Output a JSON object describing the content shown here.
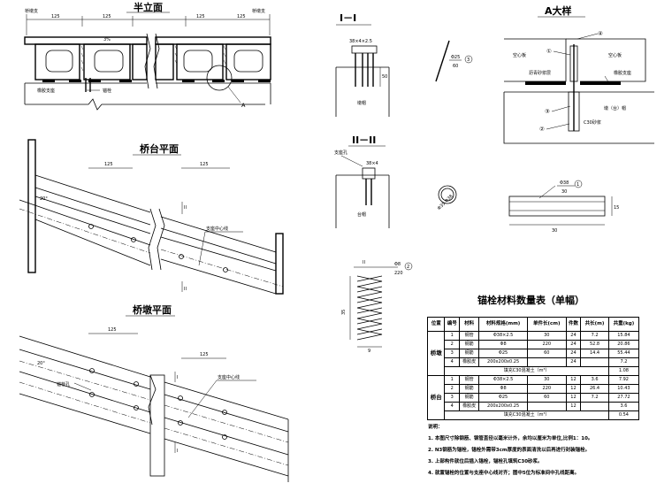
{
  "views": {
    "half_elevation": {
      "title": "半立面",
      "dim_125": "125",
      "joint": "桥墩支",
      "slope": "3%",
      "label_bearing": "橡胶支座",
      "label_bolt": "锚栓",
      "label_a": "A"
    },
    "abutment_plan": {
      "title": "桥台平面",
      "dim": "125",
      "label_center": "支座中心线",
      "angle": "20°",
      "mark_ii": "II"
    },
    "pier_plan": {
      "title": "桥墩平面",
      "dim": "125",
      "label_hole": "锚栓孔",
      "label_center": "支座中心线",
      "angle": "20°",
      "mark_i": "I"
    },
    "section_i": {
      "title": "I－I",
      "dim_top": "38×4×2.5",
      "label_bottom": "墩帽",
      "dim_side": "50"
    },
    "section_ii": {
      "title": "II－II",
      "label_top": "支座孔",
      "dim_top": "38×4",
      "label_bottom": "台帽"
    },
    "bar3": {
      "dia": "Φ25",
      "len": "60",
      "num": "3"
    },
    "coil2": {
      "mark": "II",
      "dia": "Φ8",
      "len": "220",
      "num": "2",
      "dim_h": "35",
      "dim_b": "9"
    },
    "plate": {
      "dia": "Φ38",
      "len": "30",
      "num": "1",
      "dim_len": "30",
      "dim_s": "15"
    },
    "ring": {
      "dims": "Φ35 Φ38"
    },
    "detail_a": {
      "title": "A大样",
      "left_slab": "空心板",
      "right_slab": "空心板",
      "fill": "沥青砂浆层",
      "bearing": "橡胶支座",
      "cap": "墩（台）帽",
      "mortar": "C30砂浆",
      "n1": "①",
      "n2": "②",
      "n3": "③",
      "n4": "④"
    }
  },
  "table": {
    "title": "锚栓材料数量表（单幅）",
    "headers": [
      "位置",
      "编号",
      "材料",
      "材料规格(mm)",
      "单件长(cm)",
      "件数",
      "共长(m)",
      "共重(kg)"
    ],
    "groups": [
      {
        "pos": "桥墩",
        "rows": [
          [
            "1",
            "钢管",
            "Φ38×2.5",
            "30",
            "24",
            "7.2",
            "15.84"
          ],
          [
            "2",
            "钢筋",
            "Φ8",
            "220",
            "24",
            "52.8",
            "20.86"
          ],
          [
            "3",
            "钢筋",
            "Φ25",
            "60",
            "24",
            "14.4",
            "55.44"
          ],
          [
            "4",
            "橡胶皮",
            "200x200x0.25",
            "",
            "24",
            "",
            "7.2"
          ]
        ],
        "total_label": "填充C30混凝土（m³）",
        "total_value": "1.08"
      },
      {
        "pos": "桥台",
        "rows": [
          [
            "1",
            "钢管",
            "Φ38×2.5",
            "30",
            "12",
            "3.6",
            "7.92"
          ],
          [
            "2",
            "钢筋",
            "Φ8",
            "220",
            "12",
            "26.4",
            "10.43"
          ],
          [
            "3",
            "钢筋",
            "Φ25",
            "60",
            "12",
            "7.2",
            "27.72"
          ],
          [
            "4",
            "橡胶皮",
            "200x200x0.25",
            "",
            "12",
            "",
            "3.6"
          ]
        ],
        "total_label": "填充C30混凝土（m³）",
        "total_value": "0.54"
      }
    ]
  },
  "notes": {
    "heading": "说明：",
    "items": [
      "1. 本图尺寸除钢筋、钢管直径以毫米计外，余均以厘米为单位,比例1：10。",
      "2. N3钢筋为锚栓，锚栓外需带3cm厚度的表面清洗以后再进行封装锚栓。",
      "3. 上部构件就位后插入锚栓，锚栓孔填筑C30砂浆。",
      "4. 就置锚栓的位置与支座中心线对齐；图中5位为标准间中孔线距离。"
    ]
  }
}
